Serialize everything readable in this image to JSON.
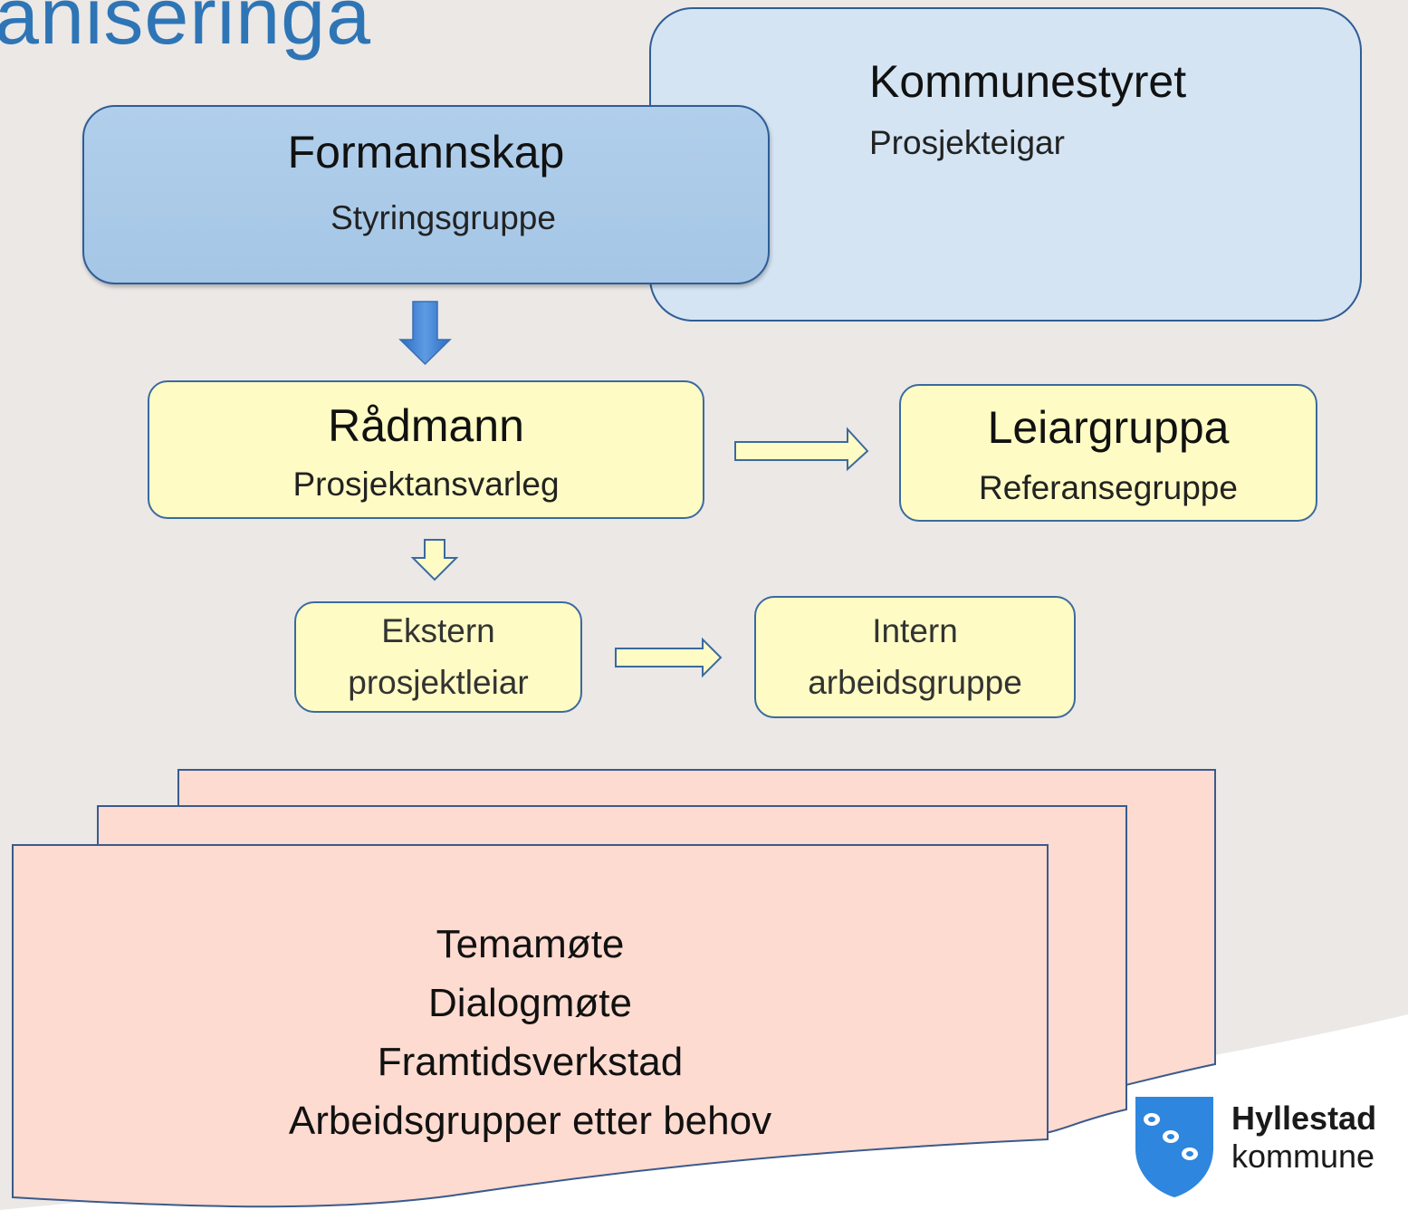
{
  "title": "aniseringa",
  "nodes": {
    "kommunestyret": {
      "title": "Kommunestyret",
      "subtitle": "Prosjekteigar"
    },
    "formannskap": {
      "title": "Formannskap",
      "subtitle": "Styringsgruppe"
    },
    "radmann": {
      "title": "Rådmann",
      "subtitle": "Prosjektansvarleg"
    },
    "leiargruppa": {
      "title": "Leiargruppa",
      "subtitle": "Referansegruppe"
    },
    "ekstern": {
      "line1": "Ekstern",
      "line2": "prosjektleiar"
    },
    "intern": {
      "line1": "Intern",
      "line2": "arbeidsgruppe"
    }
  },
  "documents": {
    "items": [
      "Temamøte",
      "Dialogmøte",
      "Framtidsverkstad",
      "Arbeidsgrupper etter behov"
    ]
  },
  "logo": {
    "name": "Hyllestad",
    "sub": "kommune"
  },
  "colors": {
    "title": "#2e75b6",
    "kommunestyret_fill": "#d4e4f3",
    "formannskap_fill": "#a9c9e8",
    "yellow_fill": "#fefcc4",
    "document_fill": "#fddbd0",
    "outline": "#2f5d95",
    "shield": "#2e86de"
  }
}
